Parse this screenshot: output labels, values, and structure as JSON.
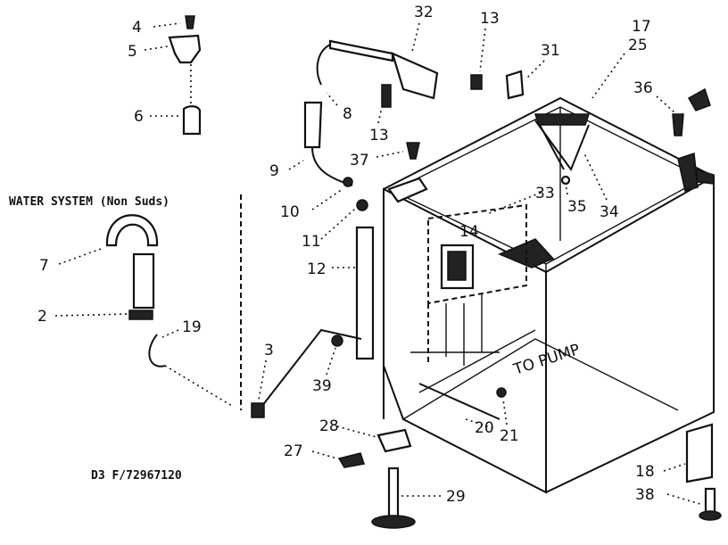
{
  "caption_water_system": "WATER SYSTEM (Non Suds)",
  "caption_code": "D3 F/72967120",
  "note_to_pump": "TO PUMP",
  "labels": {
    "l4": "4",
    "l5": "5",
    "l6": "6",
    "l32": "32",
    "l13a": "13",
    "l13b": "13",
    "l31": "31",
    "l17": "17",
    "l25": "25",
    "l36": "36",
    "l8": "8",
    "l37": "37",
    "l9": "9",
    "l10": "10",
    "l11": "11",
    "l33": "33",
    "l35": "35",
    "l34": "34",
    "l14": "14",
    "l12": "12",
    "l7": "7",
    "l2": "2",
    "l19": "19",
    "l3": "3",
    "l39": "39",
    "l20": "20",
    "l21": "21",
    "l28": "28",
    "l27": "27",
    "l29": "29",
    "l18": "18",
    "l38": "38"
  }
}
